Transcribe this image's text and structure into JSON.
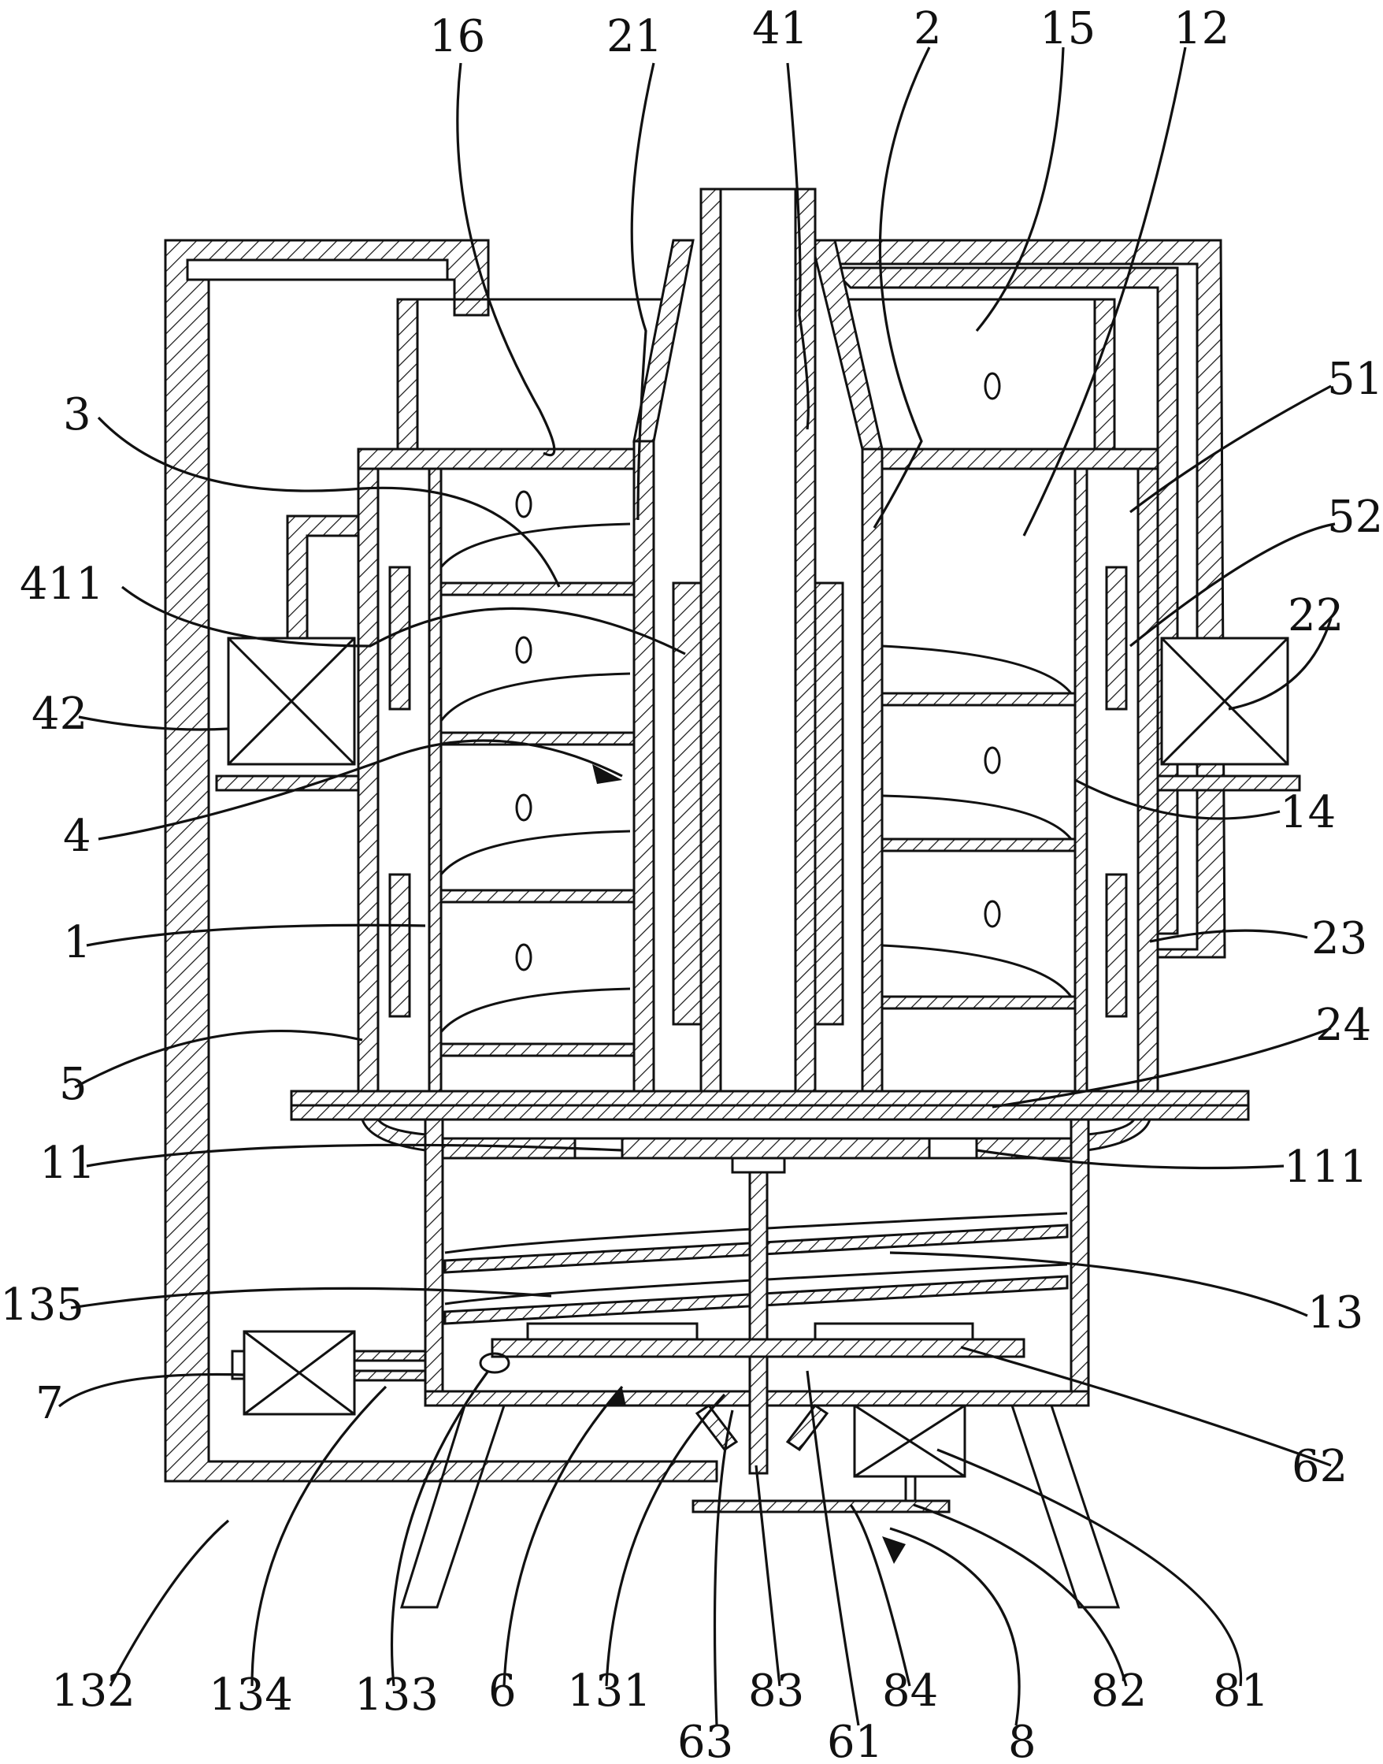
{
  "figure": {
    "labels": [
      {
        "id": "16",
        "text": "16"
      },
      {
        "id": "21",
        "text": "21"
      },
      {
        "id": "41",
        "text": "41"
      },
      {
        "id": "2",
        "text": "2"
      },
      {
        "id": "15",
        "text": "15"
      },
      {
        "id": "12",
        "text": "12"
      },
      {
        "id": "3",
        "text": "3"
      },
      {
        "id": "51",
        "text": "51"
      },
      {
        "id": "52",
        "text": "52"
      },
      {
        "id": "411",
        "text": "411"
      },
      {
        "id": "22",
        "text": "22"
      },
      {
        "id": "42",
        "text": "42"
      },
      {
        "id": "4",
        "text": "4"
      },
      {
        "id": "14",
        "text": "14"
      },
      {
        "id": "1",
        "text": "1"
      },
      {
        "id": "23",
        "text": "23"
      },
      {
        "id": "5",
        "text": "5"
      },
      {
        "id": "24",
        "text": "24"
      },
      {
        "id": "11",
        "text": "11"
      },
      {
        "id": "111",
        "text": "111"
      },
      {
        "id": "135",
        "text": "135"
      },
      {
        "id": "13",
        "text": "13"
      },
      {
        "id": "7",
        "text": "7"
      },
      {
        "id": "62",
        "text": "62"
      },
      {
        "id": "132",
        "text": "132"
      },
      {
        "id": "134",
        "text": "134"
      },
      {
        "id": "133",
        "text": "133"
      },
      {
        "id": "6",
        "text": "6"
      },
      {
        "id": "131",
        "text": "131"
      },
      {
        "id": "63",
        "text": "63"
      },
      {
        "id": "83",
        "text": "83"
      },
      {
        "id": "61",
        "text": "61"
      },
      {
        "id": "84",
        "text": "84"
      },
      {
        "id": "8",
        "text": "8"
      },
      {
        "id": "82",
        "text": "82"
      },
      {
        "id": "81",
        "text": "81"
      }
    ]
  }
}
